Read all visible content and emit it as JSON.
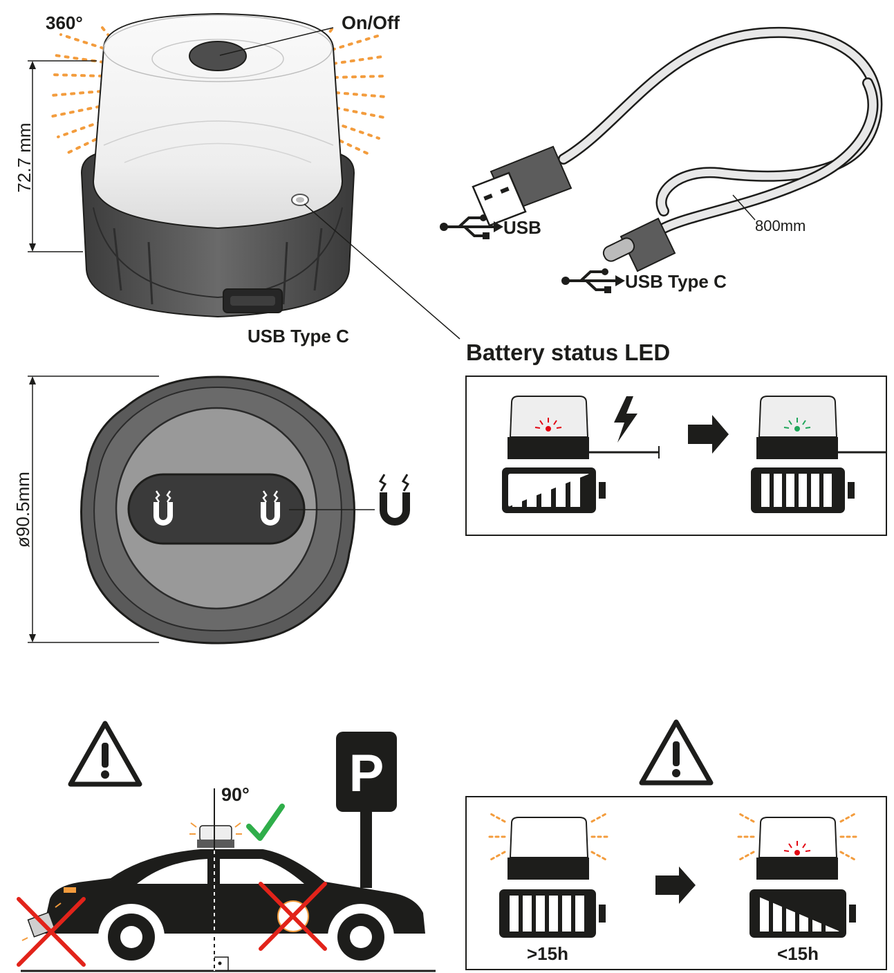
{
  "labels": {
    "angle_360": "360°",
    "on_off": "On/Off",
    "height_dim": "72.7 mm",
    "diameter_dim": "ø90.5mm",
    "usb_type_c_port": "USB Type C",
    "usb_plug": "USB",
    "usb_type_c_plug": "USB Type C",
    "cable_length": "800mm",
    "battery_status_title": "Battery status LED",
    "angle_90": "90°",
    "parking_letter": "P",
    "runtime_full": ">15h",
    "runtime_low": "<15h"
  },
  "colors": {
    "outline": "#1d1d1b",
    "amber": "#f39c3d",
    "led_red": "#e30613",
    "led_green": "#1fa65a",
    "check_green": "#2fae4a",
    "cross_red": "#e2231a",
    "body_dark": "#4a4a4a",
    "body_mid": "#8a8a8a",
    "dome_light": "#f4f4f4"
  },
  "icons": {
    "power_button": "power-button-icon",
    "usb_symbol": "usb-symbol-icon",
    "magnet": "magnet-icon",
    "lightning": "lightning-icon",
    "arrow_right": "arrow-right-icon",
    "battery": "battery-icon",
    "warning": "warning-triangle-icon",
    "check": "check-mark-icon",
    "cross": "cross-mark-icon",
    "parking_sign": "parking-sign-icon"
  },
  "battery_levels": {
    "charging": 0.6,
    "charged": 1.0,
    "runtime_full": 1.0,
    "runtime_low": 0.5
  }
}
